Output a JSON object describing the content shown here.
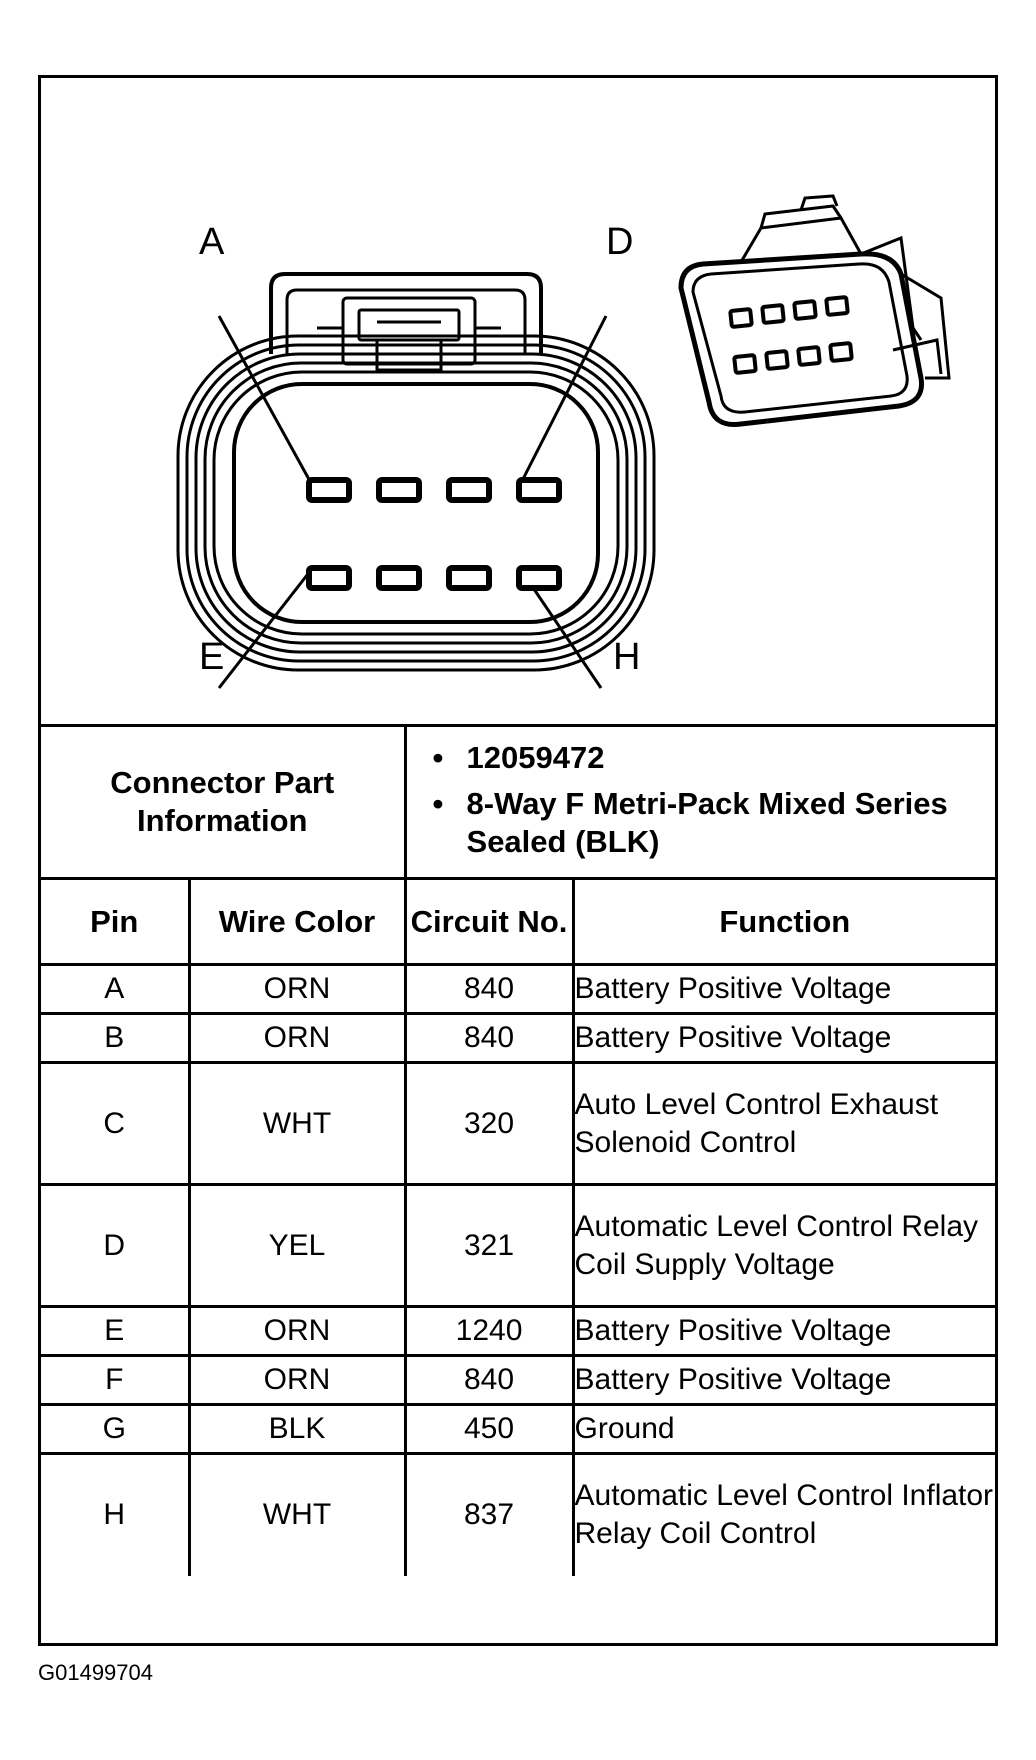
{
  "diagram": {
    "pin_labels": {
      "top_left": "A",
      "top_right": "D",
      "bottom_left": "E",
      "bottom_right": "H"
    }
  },
  "connector_info": {
    "label": "Connector Part Information",
    "details": [
      "12059472",
      "8-Way F Metri-Pack Mixed Series Sealed (BLK)"
    ]
  },
  "table": {
    "headers": {
      "pin": "Pin",
      "wire_color": "Wire Color",
      "circuit_no": "Circuit No.",
      "function": "Function"
    },
    "rows": [
      {
        "pin": "A",
        "wire_color": "ORN",
        "circuit_no": "840",
        "function": "Battery Positive Voltage"
      },
      {
        "pin": "B",
        "wire_color": "ORN",
        "circuit_no": "840",
        "function": "Battery Positive Voltage"
      },
      {
        "pin": "C",
        "wire_color": "WHT",
        "circuit_no": "320",
        "function": "Auto Level Control Exhaust Solenoid Control"
      },
      {
        "pin": "D",
        "wire_color": "YEL",
        "circuit_no": "321",
        "function": "Automatic Level Control Relay Coil Supply Voltage"
      },
      {
        "pin": "E",
        "wire_color": "ORN",
        "circuit_no": "1240",
        "function": "Battery Positive Voltage"
      },
      {
        "pin": "F",
        "wire_color": "ORN",
        "circuit_no": "840",
        "function": "Battery Positive Voltage"
      },
      {
        "pin": "G",
        "wire_color": "BLK",
        "circuit_no": "450",
        "function": "Ground"
      },
      {
        "pin": "H",
        "wire_color": "WHT",
        "circuit_no": "837",
        "function": "Automatic Level Control Inflator Relay Coil Control"
      }
    ]
  },
  "figure_code": "G01499704"
}
